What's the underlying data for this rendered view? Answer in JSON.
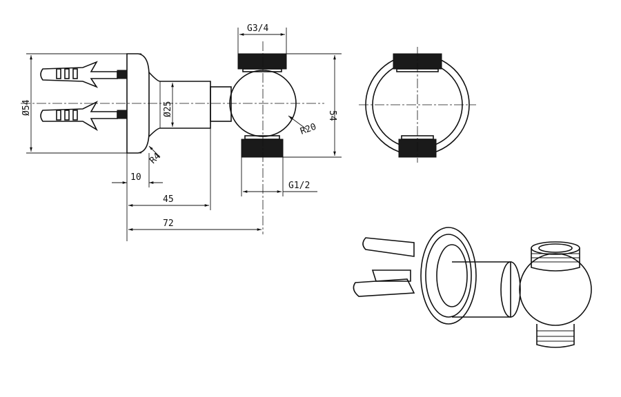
{
  "drawing": {
    "dimensions": {
      "top_thread": "G3/4",
      "plate_diameter": "Ø54",
      "stem_diameter": "Ø25",
      "height": "54",
      "ball_radius": "R20",
      "fillet_radius": "R4",
      "plate_depth": "10",
      "bottom_thread": "G1/2",
      "stem_length": "45",
      "overall_length": "72"
    }
  }
}
